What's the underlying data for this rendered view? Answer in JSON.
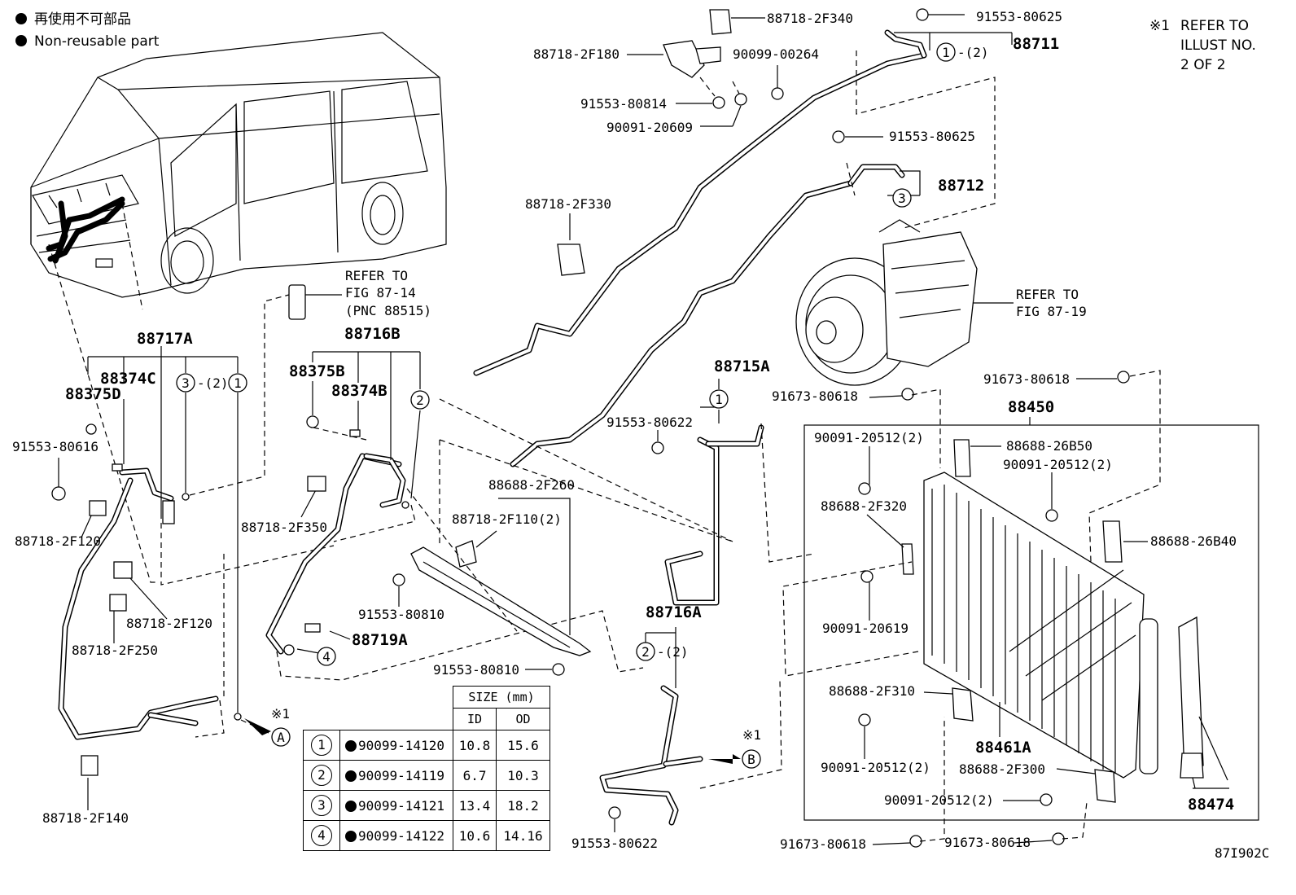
{
  "legend": {
    "symbol": "●",
    "text_jp": "再使用不可部品",
    "text_en": "Non-reusable part"
  },
  "note": {
    "mark": "※1",
    "lines": [
      "REFER TO",
      "ILLUST NO.",
      "2 OF 2"
    ]
  },
  "ref_87_14": [
    "REFER TO",
    "FIG 87-14",
    "(PNC 88515)"
  ],
  "ref_87_19": [
    "REFER TO",
    "FIG 87-19"
  ],
  "labels": {
    "p88718_2F340": "88718-2F340",
    "p88718_2F180": "88718-2F180",
    "p90099_00264": "90099-00264",
    "p91553_80814": "91553-80814",
    "p90091_20609": "90091-20609",
    "p91553_80625a": "91553-80625",
    "p88711": "88711",
    "p91553_80625b": "91553-80625",
    "p88712": "88712",
    "p88718_2F330": "88718-2F330",
    "p88717A": "88717A",
    "p88374C": "88374C",
    "p88375D": "88375D",
    "p91553_80616": "91553-80616",
    "p88718_2F120a": "88718-2F120",
    "p88718_2F120b": "88718-2F120",
    "p88718_2F250": "88718-2F250",
    "p88718_2F140": "88718-2F140",
    "p88716B": "88716B",
    "p88375B": "88375B",
    "p88374B": "88374B",
    "p88718_2F350": "88718-2F350",
    "p88719A": "88719A",
    "p91553_80810a": "91553-80810",
    "p91553_80810b": "91553-80810",
    "p88688_2F260": "88688-2F260",
    "p88718_2F110": "88718-2F110(2)",
    "p88715A": "88715A",
    "p91553_80622a": "91553-80622",
    "p88716A": "88716A",
    "p91553_80622b": "91553-80622",
    "p91673_80618a": "91673-80618",
    "p91673_80618b": "91673-80618",
    "p88450": "88450",
    "p90091_20512a": "90091-20512(2)",
    "p88688_26B50": "88688-26B50",
    "p90091_20512b": "90091-20512(2)",
    "p88688_2F320": "88688-2F320",
    "p88688_26B40": "88688-26B40",
    "p90091_20619": "90091-20619",
    "p88688_2F310": "88688-2F310",
    "p90091_20512c": "90091-20512(2)",
    "p88461A": "88461A",
    "p88688_2F300": "88688-2F300",
    "p88474": "88474",
    "p90091_20512d": "90091-20512(2)",
    "p91673_80618c": "91673-80618",
    "p91673_80618d": "91673-80618",
    "code": "87I902C"
  },
  "callouts": {
    "c1": "1",
    "c2": "2",
    "c3": "3",
    "c4": "4",
    "x2": "-(2)",
    "x1": "※1",
    "A": "A",
    "B": "B"
  },
  "size_table": {
    "header": "SIZE (mm)",
    "cols": [
      "ID",
      "OD"
    ],
    "rows": [
      {
        "num": "1",
        "part": "90099-14120",
        "id": "10.8",
        "od": "15.6"
      },
      {
        "num": "2",
        "part": "90099-14119",
        "id": "6.7",
        "od": "10.3"
      },
      {
        "num": "3",
        "part": "90099-14121",
        "id": "13.4",
        "od": "18.2"
      },
      {
        "num": "4",
        "part": "90099-14122",
        "id": "10.6",
        "od": "14.16"
      }
    ]
  }
}
